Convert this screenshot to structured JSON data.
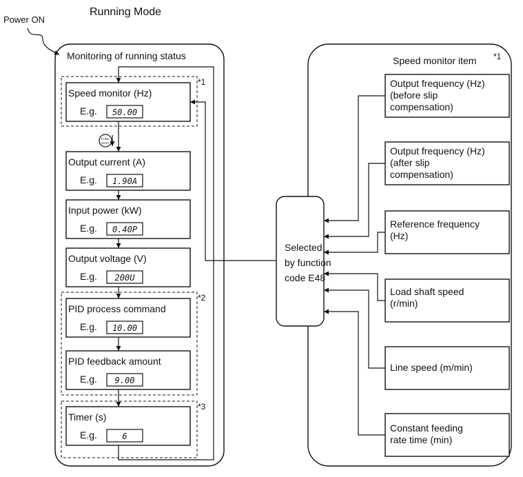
{
  "title": "Running Mode",
  "power_on": "Power ON",
  "monitor_panel": {
    "label": "Monitoring of running status"
  },
  "eg": "E.g.",
  "monitors": [
    {
      "label": "Speed monitor (Hz)",
      "example": "50.00"
    },
    {
      "label": "Output current (A)",
      "example": "1.90A"
    },
    {
      "label": "Input power (kW)",
      "example": "0.40P"
    },
    {
      "label": "Output voltage (V)",
      "example": "200U"
    },
    {
      "label": "PID process command",
      "example": "10.00"
    },
    {
      "label": "PID feedback amount",
      "example": "9.00"
    },
    {
      "label": "Timer (s)",
      "example": "6"
    }
  ],
  "group_notes": [
    "*1",
    "*2",
    "*3"
  ],
  "key_icon": {
    "top": "FUNC",
    "bottom": "DATA"
  },
  "selector": {
    "lines": [
      "Selected",
      "by function",
      "code E48"
    ]
  },
  "speed_panel": {
    "label": "Speed monitor item",
    "note": "*1"
  },
  "speed_items": [
    {
      "lines": [
        "Output frequency (Hz)",
        "(before slip",
        "compensation)"
      ]
    },
    {
      "lines": [
        "Output frequency (Hz)",
        "(after slip",
        "compensation)"
      ]
    },
    {
      "lines": [
        "Reference frequency",
        "(Hz)"
      ]
    },
    {
      "lines": [
        "Load shaft speed",
        "(r/min)"
      ]
    },
    {
      "lines": [
        "Line speed (m/min)"
      ]
    },
    {
      "lines": [
        "Constant feeding",
        "rate time (min)"
      ]
    }
  ]
}
